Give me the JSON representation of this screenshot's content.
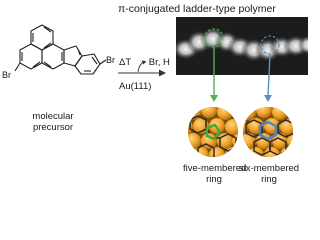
{
  "figure": {
    "title": "π-conjugated ladder-type polymer",
    "precursor_label": [
      "molecular",
      "precursor"
    ],
    "reaction_above": "ΔT",
    "reaction_above_right": "- Br, H",
    "reaction_below": "Au(111)",
    "atom_left": "Br",
    "atom_right": "Br",
    "inset_left_label": [
      "five-membered",
      "ring"
    ],
    "inset_right_label": [
      "six-membered",
      "ring"
    ],
    "colors": {
      "bond": "#222222",
      "arrow": "#333333",
      "stm_background": "#1c1c1c",
      "stm_bright": "#e8e8e8",
      "highlight_green": "#4fb34f",
      "highlight_blue": "#5b8fc9",
      "gold_atom": "#f2a32a",
      "gold_atom_dark": "#c77f12"
    }
  }
}
